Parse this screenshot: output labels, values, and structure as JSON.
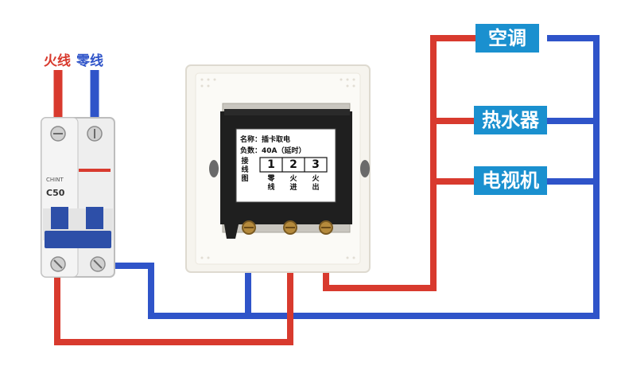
{
  "wire_labels": {
    "live": "火线",
    "neutral": "零线"
  },
  "loads": [
    {
      "label": "空调"
    },
    {
      "label": "热水器"
    },
    {
      "label": "电视机"
    }
  ],
  "switch_panel": {
    "name_line": "名称：插卡取电",
    "params_line": "负数：40A（延时）",
    "wiring_label": "接线图",
    "terminals": [
      {
        "num": "1",
        "desc": "零线"
      },
      {
        "num": "2",
        "desc": "火进"
      },
      {
        "num": "3",
        "desc": "火出"
      }
    ]
  },
  "breaker": {
    "brand": "CHINT",
    "model": "C50"
  },
  "colors": {
    "live_wire": "#d83a2e",
    "neutral_wire": "#2f54c9",
    "label_box": "#1a90cf",
    "breaker_handle": "#2d4fa8"
  }
}
